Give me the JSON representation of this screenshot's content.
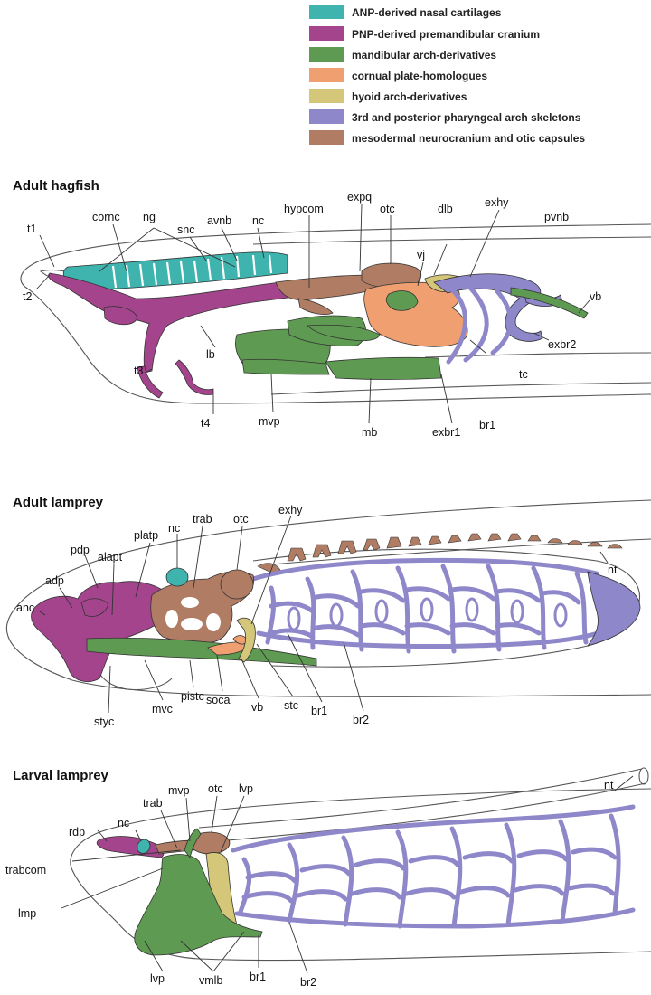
{
  "colors": {
    "anp": "#3fb3ae",
    "pnp": "#a3448c",
    "mandibular": "#5e9a52",
    "cornual": "#f0a070",
    "hyoid": "#d4c77a",
    "pharyngeal": "#8e87c9",
    "mesodermal": "#b07d64"
  },
  "legend": [
    {
      "label": "ANP-derived nasal cartilages",
      "color_key": "anp"
    },
    {
      "label": "PNP-derived premandibular cranium",
      "color_key": "pnp"
    },
    {
      "label": "mandibular arch-derivatives",
      "color_key": "mandibular"
    },
    {
      "label": "cornual plate-homologues",
      "color_key": "cornual"
    },
    {
      "label": "hyoid arch-derivatives",
      "color_key": "hyoid"
    },
    {
      "label": "3rd and posterior pharyngeal arch skeletons",
      "color_key": "pharyngeal"
    },
    {
      "label": "mesodermal neurocranium and otic capsules",
      "color_key": "mesodermal"
    }
  ],
  "panels": {
    "hagfish": {
      "title": "Adult hagfish",
      "labels": {
        "t1": "t1",
        "t2": "t2",
        "cornc": "cornc",
        "ng": "ng",
        "snc": "snc",
        "avnb": "avnb",
        "nc": "nc",
        "hypcom": "hypcom",
        "expq": "expq",
        "otc": "otc",
        "dlb": "dlb",
        "exhy": "exhy",
        "pvnb": "pvnb",
        "vj": "vj",
        "vb": "vb",
        "exbr2": "exbr2",
        "tc": "tc",
        "br1": "br1",
        "exbr1": "exbr1",
        "mb": "mb",
        "mvp": "mvp",
        "t4": "t4",
        "t3": "t3",
        "lb": "lb"
      }
    },
    "adult_lamprey": {
      "title": "Adult lamprey",
      "labels": {
        "nc": "nc",
        "trab": "trab",
        "otc": "otc",
        "exhy": "exhy",
        "platp": "platp",
        "pdp": "pdp",
        "alapt": "alapt",
        "adp": "adp",
        "anc": "anc",
        "nt": "nt",
        "styc": "styc",
        "mvc": "mvc",
        "pistc": "pistc",
        "soca": "soca",
        "vb": "vb",
        "stc": "stc",
        "br1": "br1",
        "br2": "br2"
      }
    },
    "larval_lamprey": {
      "title": "Larval lamprey",
      "labels": {
        "mvp": "mvp",
        "otc": "otc",
        "lvp_top": "lvp",
        "trab": "trab",
        "nc": "nc",
        "rdp": "rdp",
        "trabcom": "trabcom",
        "lmp": "lmp",
        "lvp_bottom": "lvp",
        "vmlb": "vmlb",
        "br1": "br1",
        "br2": "br2",
        "nt": "nt"
      }
    }
  }
}
